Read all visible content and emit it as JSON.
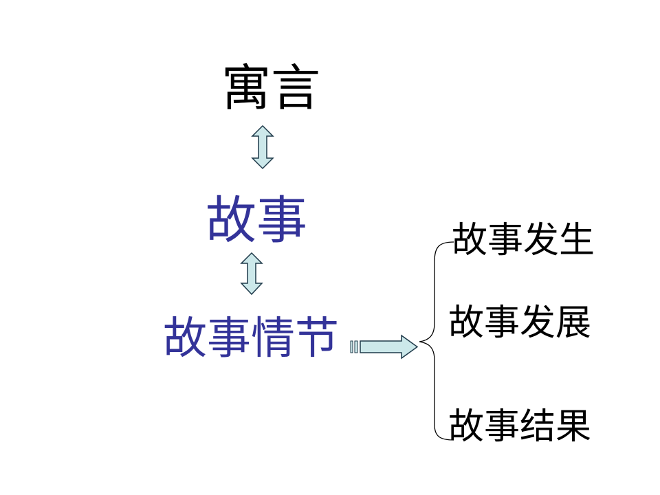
{
  "nodes": {
    "top": "寓言",
    "middle": "故事",
    "bottom": "故事情节"
  },
  "branches": [
    "故事发生",
    "故事发展",
    "故事结果"
  ],
  "colors": {
    "top_text": "#000000",
    "middle_text": "#333399",
    "bottom_text": "#333399",
    "branch_text": "#000000",
    "arrow_fill": "#cce8ea",
    "arrow_stroke": "#1f3a4a"
  }
}
